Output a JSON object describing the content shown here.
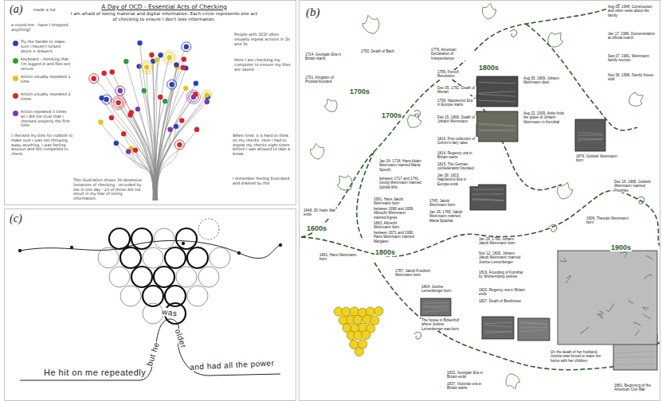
{
  "diagram": {
    "nodes": [
      {
        "text": [
          "(a)",
          "A Day of OCD - Essential Acts of Checking",
          "I am afraid of losing material and digital information. Each circle represents one act of checking to ensure I don't lose information."
        ]
      },
      {
        "text": [
          "(b)"
        ]
      },
      {
        "text": [
          "(c)"
        ]
      }
    ],
    "labels": [
      "made a list",
      "a round me - have I dropped anything?",
      "People with OCD often visually repeat actions in 2s and 3s",
      "Here I am checking my computer to ensure my files are saved",
      "I checked my bins for rubbish to make sure I was not throwing away anything. I was feeling anxious and felt compelled to check.",
      "This illustration shows 39 obsessive instances of checking - recorded by me in one day - 23 of those did not result in my fear of losing information.",
      "When tired, it is hard to think on my checks. Here I had to repeat my checks eight times before I was allowed to take a break.",
      "I remember feeling frustrated and drained by this",
      "1600s",
      "1700s",
      "1700s",
      "1800s",
      "1800s",
      "1900s",
      "1648, 30 Years War ends",
      "1661, Hans Weinmann born",
      "1714, Georgian Era in Britain starts",
      "1701, Kingdom of Prussia founded",
      "1750, Death of Bach",
      "1776, American Declaration of Independence",
      "1789, French Revolution",
      "Dec 05, 1791, Death of Mozart",
      "1799, Napoleonic Era in Europe starts",
      "Feb 15, 1806, Death of Johann Weinmann",
      "Aug 05, 1809, Johann Weinmann died",
      "Aug 22, 2009, Artist finds the grave of Johann Weinmann in Kornthal",
      "1816, First collection of Grimm's fairy tales",
      "1814, Regency era in Britain starts",
      "1815, The German confederation founded",
      "Jan 28, 1813, Napoleonic Era in Europe ends",
      "Jan 24, 1718, Hans Adam Weinmann married Maria Specht",
      "between 1717 and 1741, Georg Weinmann married Sybilla Witt",
      "1691, Hans Jakob Weinmann born",
      "between 1696 and 1699, Albrecht Weinmann married Agnes",
      "1683, Albrecht Weinmann born",
      "between 1671 and 1680, Hans Weinmann married Margaret",
      "1745, Jakob Weinmann born",
      "Jan 29, 1769, Jakob Weinmann married Maria Spachat",
      "1787, Jakob Friedrich Weinmann born",
      "1804, Justine Leinenberger born",
      "The house in Birkenhof where Justine Leinenberger was born",
      "Jan 29, 1799, Johann Jakob Weinmann born",
      "Nov 12, 1826, Johann Jakob Weinmann married Justine Leinenberger",
      "1819, Founding of Kornthal by Württemberg pietists",
      "1820, Regency era in Britain ends",
      "1827, Death of Beethoven",
      "1832, Georgian Era in Britain ends",
      "1837, Victorian era in Britain starts",
      "On the death of her husband, Justine was forced to leave her home with her children",
      "1861, Beginning of the American Civil War",
      "Aug 05, 1949, Construction and other news about the family",
      "Jan 17, 1966, Demonstration at official march",
      "Sep 07, 1981, Weinmann family reunion",
      "Nov 06, 1996, Family house sold",
      "1876, Gottlieb Weinmann born",
      "Dec 16, 1908, Gottlieb Weinmann married Friedrike",
      "1906, Theodor Weinmann born",
      "He hit on me repeatedly",
      "but he",
      "was",
      "older",
      "and had all the power"
    ],
    "legend": [
      {
        "text": "Try the handle to make sure I haven't locked doors + drawers",
        "color": "#2b3fc4"
      },
      {
        "text": "Keyboard - checking that I'm logged in and files are secure",
        "color": "#2e9d3c"
      },
      {
        "text": "Action visually repeated 1 time",
        "color": "#e6c21c"
      },
      {
        "text": "Action visually repeated 2 times",
        "color": "#d4262b"
      },
      {
        "text": "Action repeated 3 times as I did not trust that I checked properly the first time",
        "color": "#7b3aa6"
      }
    ]
  }
}
